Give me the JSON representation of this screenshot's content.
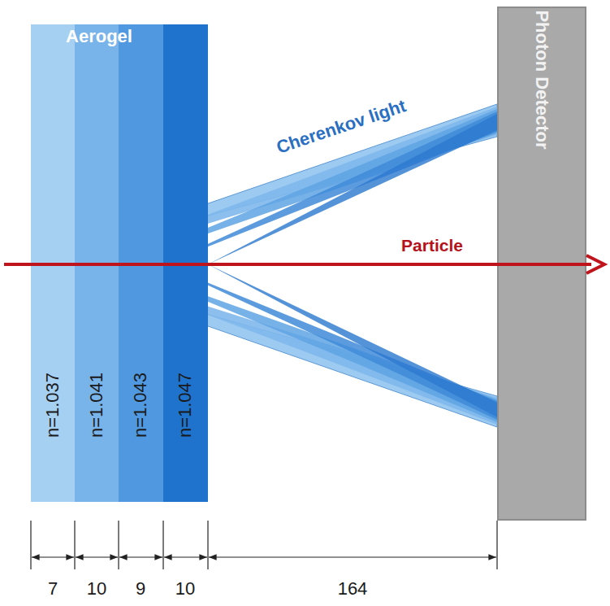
{
  "diagram": {
    "nodes": [
      {
        "text": [
          "n=1.037"
        ]
      },
      {
        "text": [
          "n=1.041"
        ]
      },
      {
        "text": [
          "n=1.043"
        ]
      },
      {
        "text": [
          "n=1.047"
        ]
      },
      {
        "text": [
          "Photon Detector"
        ]
      }
    ],
    "labels": [
      "Aerogel",
      "Cherenkov light",
      "Particle",
      "7",
      "10",
      "9",
      "10",
      "164"
    ]
  }
}
